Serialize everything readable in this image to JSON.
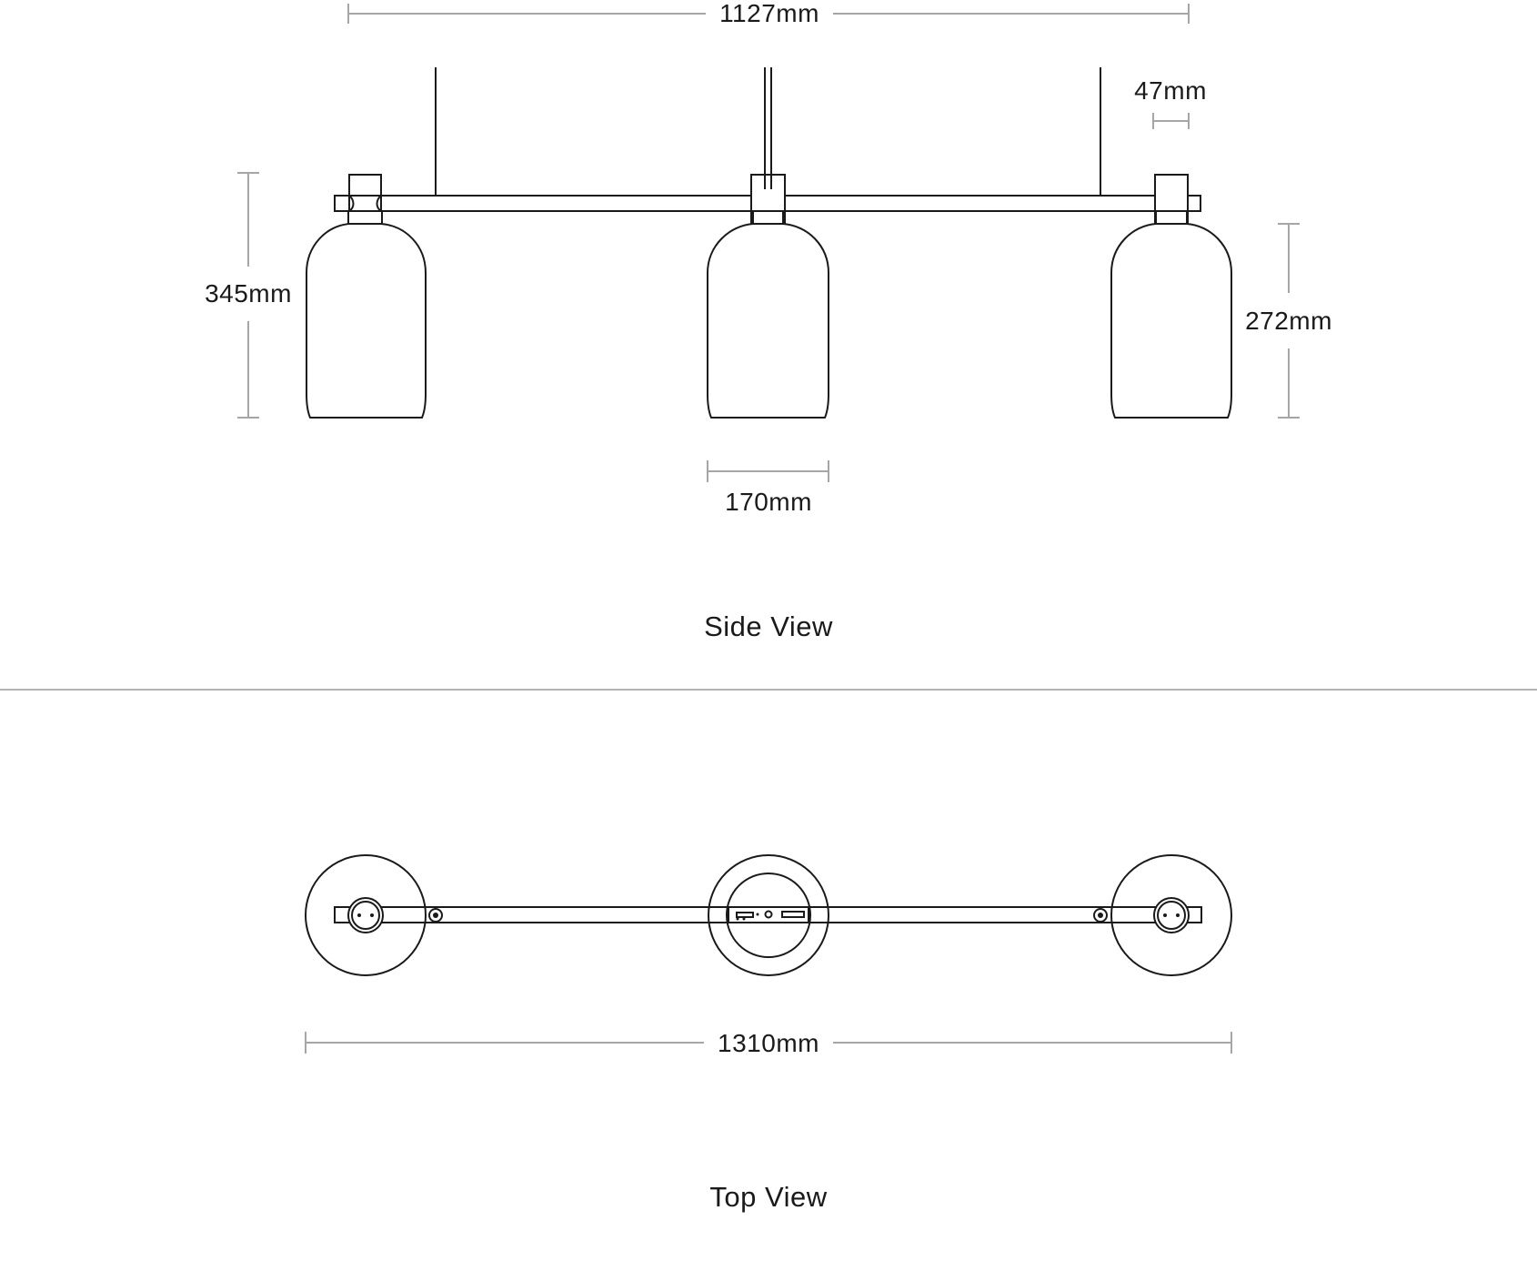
{
  "side_view": {
    "caption": "Side View",
    "dimensions": {
      "overall_width": "1127mm",
      "canopy_width": "47mm",
      "total_height": "345mm",
      "shade_height": "272mm",
      "shade_width": "170mm"
    }
  },
  "top_view": {
    "caption": "Top View",
    "dimensions": {
      "overall_length": "1310mm"
    }
  },
  "colors": {
    "line": "#1a1a1a",
    "dimension_line": "#a6a6a6",
    "divider": "#b3b3b3",
    "background": "#ffffff"
  }
}
